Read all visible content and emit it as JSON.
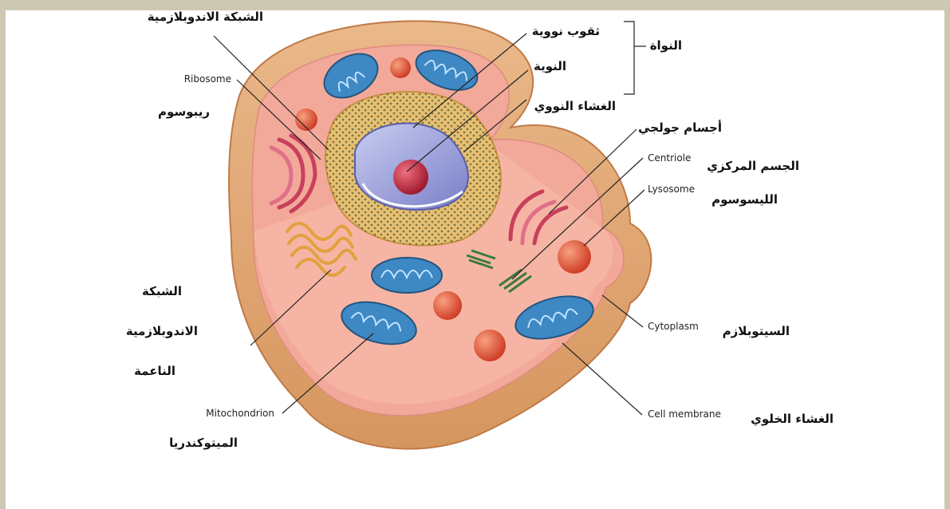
{
  "colors": {
    "page_border": "#cdc8b2",
    "membrane": "#e0a878",
    "cytoplasm": "#f2a99a",
    "mitochondria": "#3e88c4",
    "nucleus": "#8c8fd0",
    "nucleolus": "#c0304a",
    "lysosome": "#e0563a",
    "er": "#e8c070",
    "golgi": "#c8405a",
    "centriole": "#3a7a3a"
  },
  "labels": {
    "nucleus_bracket": "النواة",
    "nuclear_pore": "ثقوب نووية",
    "nucleolus": "النوية",
    "nuclear_envelope": "الغشاء النووي",
    "rough_er": "الشبكة الاندوبلازمية",
    "ribosome_en": "Ribosome",
    "ribosome_ar": "ريبوسوم",
    "golgi_ar": "أجسام جولجي",
    "centriole_en": "Centriole",
    "centriole_ar": "الجسم المركزي",
    "lysosome_en": "Lysosome",
    "lysosome_ar": "الليسوسوم",
    "smooth_er_line1": "الشبكة",
    "smooth_er_line2": "الاندوبلازمية",
    "smooth_er_line3": "الناعمة",
    "cytoplasm_en": "Cytoplasm",
    "cytoplasm_ar": "السيتوبلازم",
    "mitochondrion_en": "Mitochondrion",
    "mitochondrion_ar": "الميتوكندريا",
    "cell_membrane_en": "Cell membrane",
    "cell_membrane_ar": "الغشاء الخلوي"
  }
}
